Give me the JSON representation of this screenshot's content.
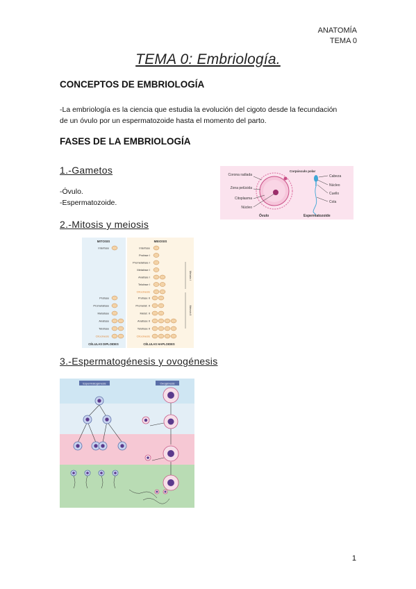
{
  "header": {
    "subject": "ANATOMÍA",
    "topic": "TEMA 0"
  },
  "title": "TEMA 0: Embriología.",
  "section1": {
    "heading": "CONCEPTOS DE EMBRIOLOGÍA",
    "paragraph_line1": "-La embriología es la ciencia que estudia la evolución del cigoto desde la fecundación",
    "paragraph_line2": "de un óvulo por un espermatozoide hasta el momento del parto."
  },
  "section2": {
    "heading": "FASES DE LA EMBRIOLOGÍA"
  },
  "gametos": {
    "heading": "1.-Gametos",
    "items": [
      "-Óvulo.",
      "-Espermatozoide."
    ],
    "figure": {
      "left_labels": [
        "Corona radiada",
        "Zona pelúcida",
        "Citoplasma",
        "Núcleo"
      ],
      "top_label": "Corpúsculo polar",
      "right_labels": [
        "Cabeza",
        "Núcleo",
        "Cuello",
        "Cola"
      ],
      "caption_left": "Óvulo",
      "caption_right": "Espermatozoide"
    }
  },
  "mitosis": {
    "heading": "2.-Mitosis y meiosis",
    "figure": {
      "col1_title": "MITOSIS",
      "col2_title": "MEIOSIS",
      "mitosis_steps_top": [
        "Interfase"
      ],
      "mitosis_steps_bottom": [
        "Profase",
        "Prometafase",
        "Metafase",
        "Anafase",
        "Telofase",
        "Citocinesis"
      ],
      "meiosis_steps_1": [
        "Interfase",
        "Profase I",
        "Prometafase I",
        "Metafase I",
        "Anafase I",
        "Telofase I",
        "Citocinesis"
      ],
      "meiosis_steps_2": [
        "Profase II",
        "Prometaf. II",
        "Metaf. II",
        "Anafase II",
        "Telofase II",
        "Citocinesis"
      ],
      "bracket1": "Meiosis I",
      "bracket2": "Meiosis II",
      "caption_left": "CÉLULAS DIPLOIDES",
      "caption_right": "CÉLULAS HAPLOIDES"
    }
  },
  "gametogenesis": {
    "heading": "3.-Espermatogénesis y ovogénesis",
    "figure": {
      "left_title": "Espermatogénesis",
      "right_title": "Ovogénesis"
    }
  },
  "footer": {
    "page_number": "1"
  },
  "colors": {
    "text": "#111111",
    "pink_bg": "#fbe3ee",
    "blue_bg": "#e6f1f8",
    "cell_purple": "#5b3a8c"
  }
}
